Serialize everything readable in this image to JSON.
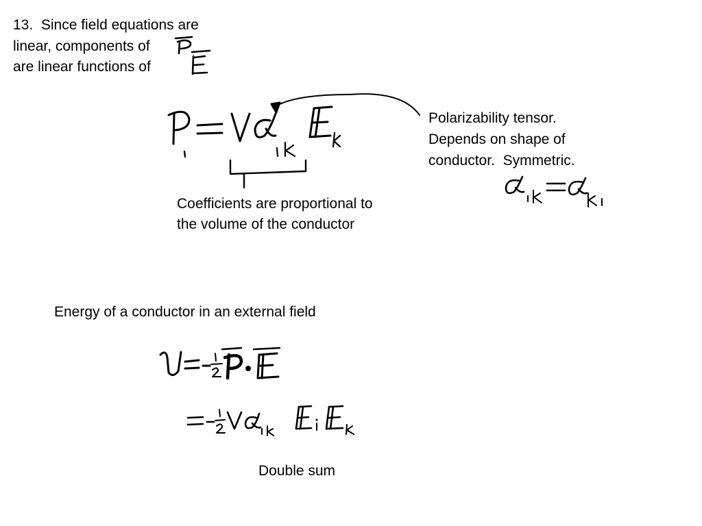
{
  "intro": {
    "line1": "13.  Since field equations are",
    "line2": "linear, components of",
    "line3": "are linear functions of"
  },
  "notes": {
    "polarizability_line1": "Polarizability tensor.",
    "polarizability_line2": "Depends on shape of",
    "polarizability_line3": "conductor.  Symmetric.",
    "coefficients_line1": "Coefficients are proportional to",
    "coefficients_line2": "the volume of the conductor",
    "energy_heading": "Energy of a conductor in an external field",
    "double_sum": "Double sum"
  }
}
